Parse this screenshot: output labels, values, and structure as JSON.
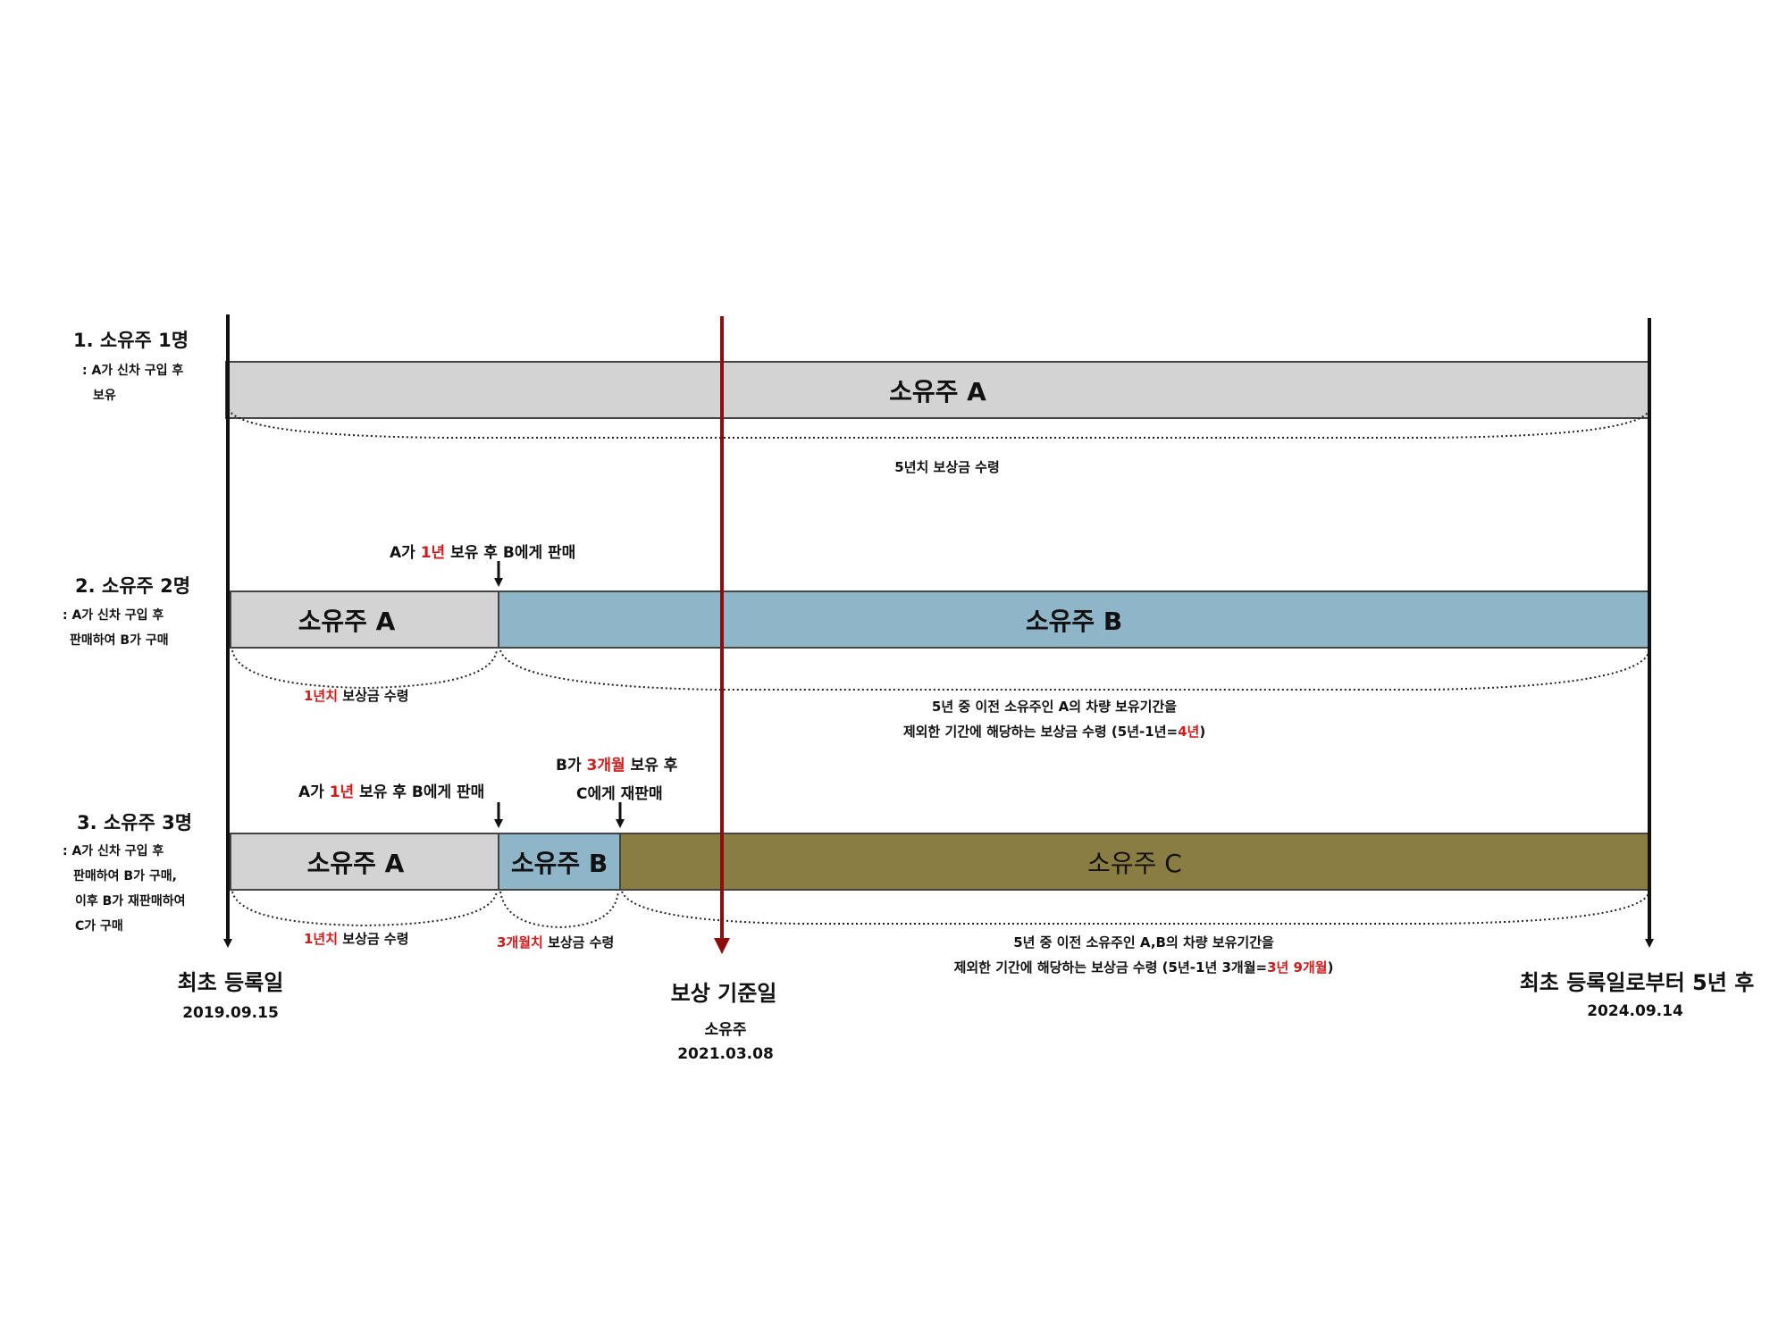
{
  "colors": {
    "owner_a": "#d3d3d3",
    "owner_b": "#8fb5c8",
    "owner_c": "#8a7d42",
    "reference_line": "#8b0d0d",
    "emphasis_text": "#d11a1a",
    "line": "#111111"
  },
  "axis": {
    "start": {
      "label": "최초 등록일",
      "date": "2019.09.15"
    },
    "reference": {
      "label": "보상 기준일",
      "sub": "소유주",
      "date": "2021.03.08"
    },
    "end": {
      "label": "최초 등록일로부터 5년 후",
      "date": "2024.09.14"
    }
  },
  "case1": {
    "title": "1. 소유주 1명",
    "desc": [
      ": A가 신차 구입 후",
      "보유"
    ],
    "bar_a": "소유주 A",
    "caption": "5년치 보상금 수령"
  },
  "case2": {
    "title": "2. 소유주 2명",
    "desc": [
      ": A가 신차 구입 후",
      "판매하여 B가 구매"
    ],
    "bar_a": "소유주 A",
    "bar_b": "소유주 B",
    "event1": {
      "pre": "A가 ",
      "em": "1년",
      "post": " 보유 후 B에게 판매"
    },
    "cap_a": {
      "em": "1년치",
      "post": " 보상금 수령"
    },
    "cap_b_line1": "5년 중 이전 소유주인 A의 차량 보유기간을",
    "cap_b_line2": {
      "pre": "제외한 기간에 해당하는 보상금 수령 (5년-1년=",
      "em": "4년",
      "post": ")"
    }
  },
  "case3": {
    "title": "3. 소유주 3명",
    "desc": [
      ": A가 신차 구입 후",
      "판매하여 B가 구매,",
      "이후 B가 재판매하여",
      "C가 구매"
    ],
    "bar_a": "소유주 A",
    "bar_b": "소유주 B",
    "bar_c": "소유주 C",
    "event1": {
      "pre": "A가 ",
      "em": "1년",
      "post": " 보유 후 B에게 판매"
    },
    "event2": {
      "pre": "B가 ",
      "em": "3개월",
      "post": "  보유 후",
      "line2": "C에게 재판매"
    },
    "cap_a": {
      "em": "1년치",
      "post": " 보상금 수령"
    },
    "cap_b": {
      "em": "3개월치",
      "post": " 보상금 수령"
    },
    "cap_c_line1": "5년 중 이전 소유주인 A,B의 차량 보유기간을",
    "cap_c_line2": {
      "pre": "제외한 기간에 해당하는 보상금 수령 (5년-1년 3개월=",
      "em": "3년 9개월",
      "post": ")"
    }
  }
}
